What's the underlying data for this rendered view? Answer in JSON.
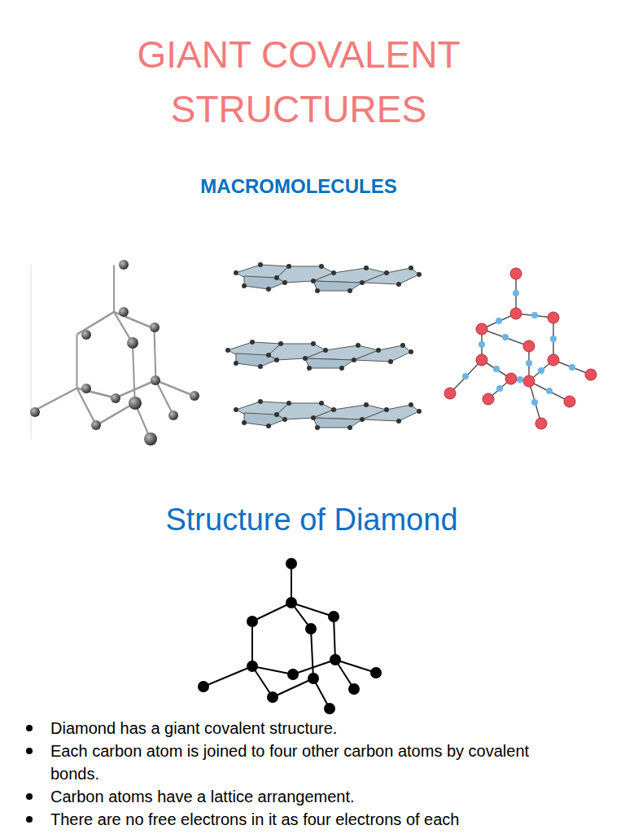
{
  "diagram": {
    "title": "GIANT COVALENT STRUCTURES",
    "labels": [
      "MACROMOLECULES",
      "Structure of Diamond",
      "Diamond has a giant covalent structure.",
      "Each carbon atom is joined to four other carbon atoms by covalent bonds.",
      "Carbon atoms have a lattice arrangement.",
      "There are no free electrons in it as four electrons of each"
    ]
  }
}
